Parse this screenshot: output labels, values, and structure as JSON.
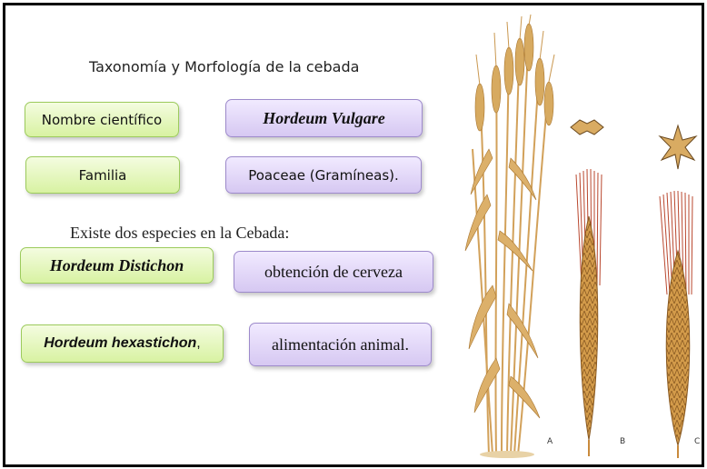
{
  "title": "Taxonomía y Morfología de la cebada",
  "rows": {
    "nombre_label": "Nombre científico",
    "nombre_value": "Hordeum Vulgare",
    "familia_label": "Familia",
    "familia_value": "Poaceae (Gramíneas)."
  },
  "species_intro": "Existe dos especies en la Cebada:",
  "species": {
    "distichon_name": "Hordeum Distichon",
    "distichon_use": "obtención de cerveza",
    "hexastichon_name": "Hordeum hexastichon",
    "hexastichon_suffix": ",",
    "hexastichon_use": "alimentación animal."
  },
  "illustration": {
    "label_a": "A",
    "label_b": "B",
    "label_c": "C"
  },
  "colors": {
    "green_box": "#d8f2a2",
    "purple_box": "#d6c8f2",
    "stem": "#d2a15a",
    "ear": "#c98a3c",
    "awn": "#b9472e"
  }
}
